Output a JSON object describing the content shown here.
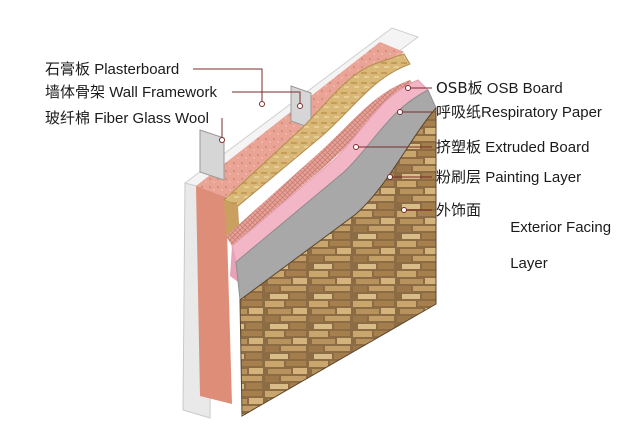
{
  "diagram": {
    "left_labels": [
      {
        "id": "plasterboard",
        "zh": "石膏板",
        "en": "Plasterboard"
      },
      {
        "id": "wall-framework",
        "zh": "墙体骨架",
        "en": "Wall Framework"
      },
      {
        "id": "fiber-glass-wool",
        "zh": "玻纤棉",
        "en": "Fiber Glass Wool"
      }
    ],
    "right_labels": [
      {
        "id": "osb-board",
        "zh": "OSB板",
        "en": "OSB Board"
      },
      {
        "id": "respiratory-paper",
        "zh": "呼吸纸",
        "en": "Respiratory Paper"
      },
      {
        "id": "extruded-board",
        "zh": "挤塑板",
        "en": "Extruded Board"
      },
      {
        "id": "painting-layer",
        "zh": "粉刷层",
        "en": "Painting Layer"
      },
      {
        "id": "exterior-facing",
        "zh": "外饰面",
        "en": "Exterior Facing",
        "en_line2": "Layer"
      }
    ],
    "colors": {
      "plaster": "#efefef",
      "insulation": "#eaa79a",
      "osb": "#d7b878",
      "wrap_paper": "#f0efe6",
      "extruded": "#f4b9c8",
      "render": "#a9a9a9",
      "stone": "#8a6b45",
      "stud": "#c8c8c8",
      "leader": "#7a2c2c",
      "dot": "#ffffff"
    }
  }
}
